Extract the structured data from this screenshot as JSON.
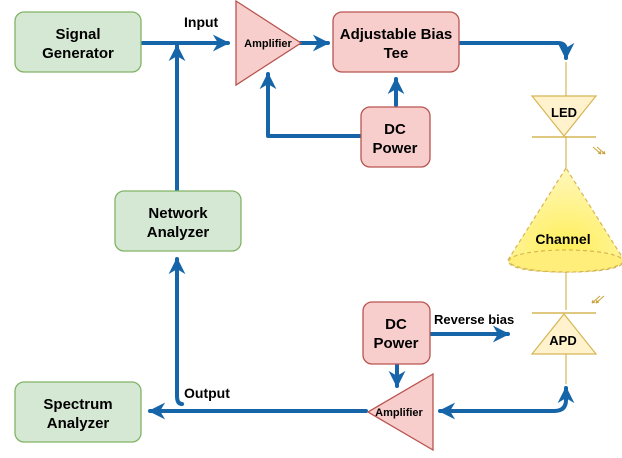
{
  "title": "",
  "blocks": {
    "signal_generator": {
      "line1": "Signal",
      "line2": "Generator"
    },
    "network_analyzer": {
      "line1": "Network",
      "line2": "Analyzer"
    },
    "spectrum_analyzer": {
      "line1": "Spectrum",
      "line2": "Analyzer"
    },
    "bias_tee": {
      "line1": "Adjustable Bias",
      "line2": "Tee"
    },
    "dc_power_top": {
      "line1": "DC",
      "line2": "Power"
    },
    "dc_power_bottom": {
      "line1": "DC",
      "line2": "Power"
    },
    "amplifier_top": "Amplifier",
    "amplifier_bottom": "Amplifier",
    "led": "LED",
    "channel": "Channel",
    "apd": "APD"
  },
  "labels": {
    "input": "Input",
    "output": "Output",
    "reverse_bias": "Reverse bias"
  },
  "colors": {
    "green_fill": "#d5e8d4",
    "green_stroke": "#82b366",
    "red_fill": "#f8cecc",
    "red_stroke": "#b85450",
    "yellow_fill": "#fff2cc",
    "yellow_stroke": "#d6b656",
    "arrow": "#1565a8"
  }
}
